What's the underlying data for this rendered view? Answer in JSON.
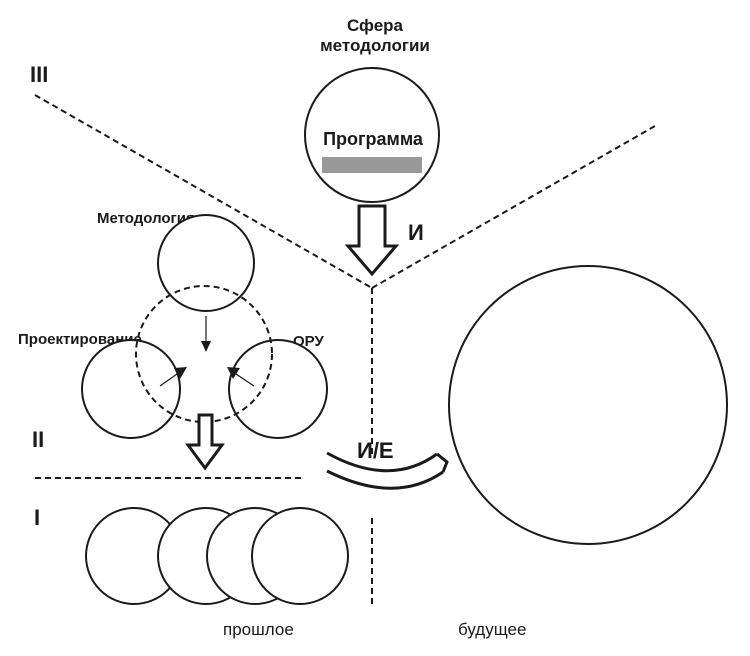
{
  "diagram": {
    "zones": {
      "zone_iii": "III",
      "zone_ii": "II",
      "zone_i": "I"
    },
    "methodology_sphere": {
      "title_line1": "Сфера",
      "title_line2": "методологии",
      "program_label": "Программа",
      "program_bar_color": "#999999"
    },
    "cluster": {
      "methodology_label": "Методология",
      "design_label": "Проектирование",
      "oru_label": "ОРУ"
    },
    "arrows": {
      "top_arrow_label": "И",
      "curved_arrow_label": "И/Е"
    },
    "time_labels": {
      "past": "прошлое",
      "future": "будущее"
    }
  }
}
